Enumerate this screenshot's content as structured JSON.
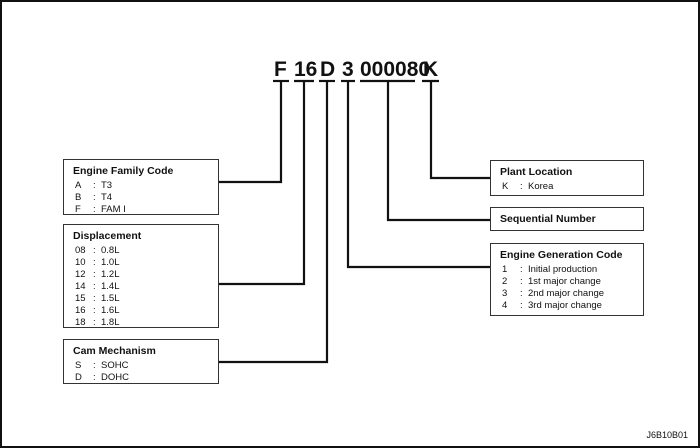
{
  "code": {
    "family": "F",
    "displacement": "16",
    "cam": "D",
    "generation": "3",
    "sequence": "000080",
    "plant": "K"
  },
  "boxes": {
    "engine_family": {
      "title": "Engine Family Code",
      "items": [
        {
          "key": "A",
          "value": "T3"
        },
        {
          "key": "B",
          "value": "T4"
        },
        {
          "key": "F",
          "value": "FAM I"
        }
      ]
    },
    "displacement": {
      "title": "Displacement",
      "items": [
        {
          "key": "08",
          "value": "0.8L"
        },
        {
          "key": "10",
          "value": "1.0L"
        },
        {
          "key": "12",
          "value": "1.2L"
        },
        {
          "key": "14",
          "value": "1.4L"
        },
        {
          "key": "15",
          "value": "1.5L"
        },
        {
          "key": "16",
          "value": "1.6L"
        },
        {
          "key": "18",
          "value": "1.8L"
        }
      ]
    },
    "cam_mechanism": {
      "title": "Cam Mechanism",
      "items": [
        {
          "key": "S",
          "value": "SOHC"
        },
        {
          "key": "D",
          "value": "DOHC"
        }
      ]
    },
    "plant_location": {
      "title": "Plant Location",
      "items": [
        {
          "key": "K",
          "value": "Korea"
        }
      ]
    },
    "sequential_number": {
      "title": "Sequential Number",
      "items": []
    },
    "engine_generation": {
      "title": "Engine Generation Code",
      "items": [
        {
          "key": "1",
          "value": "Initial production"
        },
        {
          "key": "2",
          "value": "1st major change"
        },
        {
          "key": "3",
          "value": "2nd major change"
        },
        {
          "key": "4",
          "value": "3rd major change"
        }
      ]
    }
  },
  "figure_id": "J6B10B01"
}
